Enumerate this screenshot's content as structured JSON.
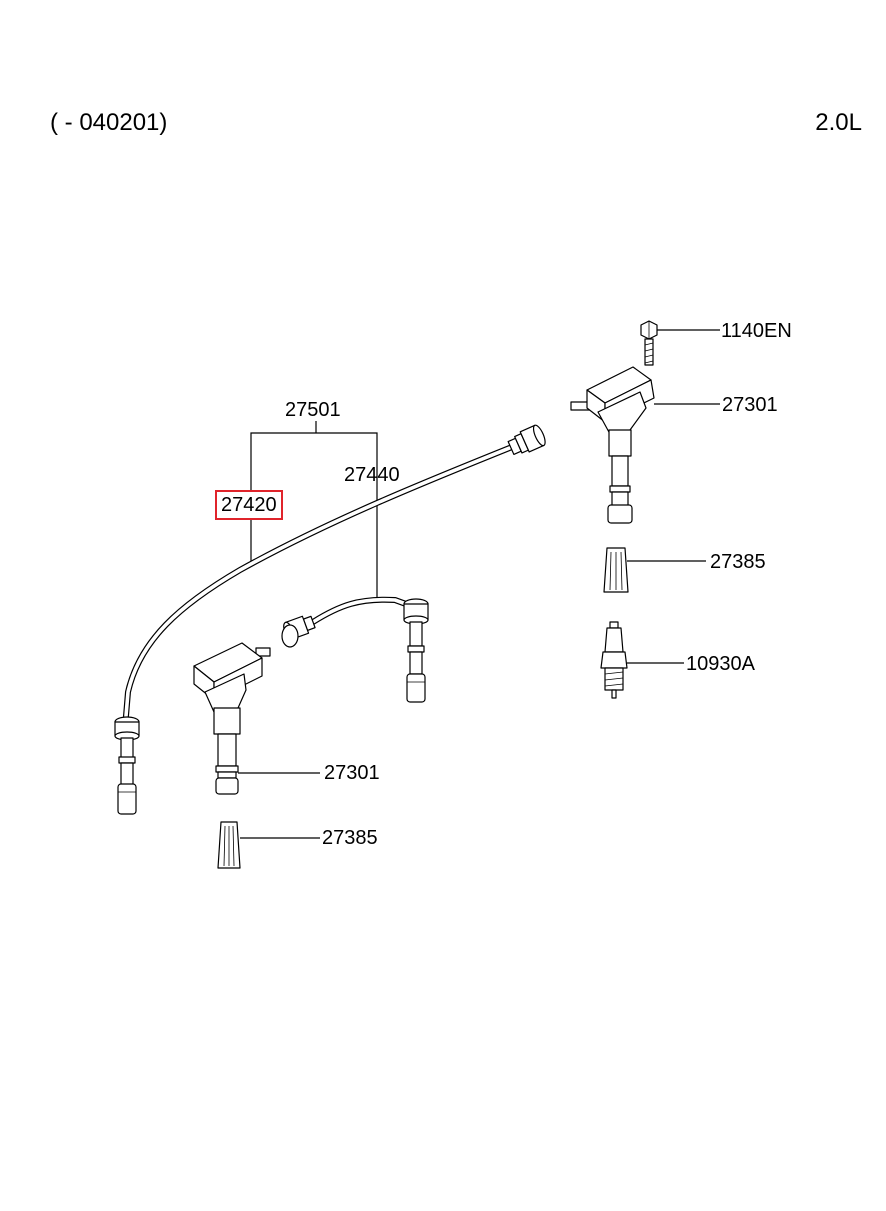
{
  "header": {
    "range": "( - 040201)",
    "engine": "2.0L"
  },
  "callouts": {
    "harness_set": "27501",
    "cable_1": "27420",
    "cable_2": "27440",
    "bolt": "1140EN",
    "coil_right": "27301",
    "boot_right": "27385",
    "spark_plug": "10930A",
    "coil_left": "27301",
    "boot_left": "27385"
  },
  "highlight_color": "#e0242b"
}
